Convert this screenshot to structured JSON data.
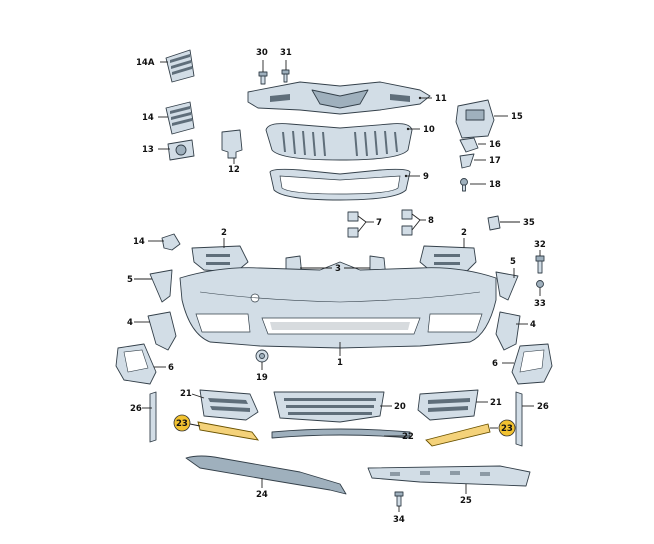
{
  "callouts": {
    "c1": "1",
    "c2a": "2",
    "c2b": "2",
    "c3": "3",
    "c4a": "4",
    "c4b": "4",
    "c5a": "5",
    "c5b": "5",
    "c6a": "6",
    "c6b": "6",
    "c7": "7",
    "c8": "8",
    "c9": "9",
    "c10": "10",
    "c11": "11",
    "c12": "12",
    "c13": "13",
    "c14": "14",
    "c14a": "14A",
    "c14b": "14",
    "c15": "15",
    "c16": "16",
    "c17": "17",
    "c18": "18",
    "c19": "19",
    "c20": "20",
    "c21a": "21",
    "c21b": "21",
    "c22": "22",
    "c23a": "23",
    "c23b": "23",
    "c24": "24",
    "c25": "25",
    "c26a": "26",
    "c26b": "26",
    "c30": "30",
    "c31": "31",
    "c32": "32",
    "c33": "33",
    "c34": "34",
    "c35": "35"
  },
  "colors": {
    "part_fill": "#d2dde6",
    "highlight": "#f2c230",
    "highlighted_callout": "23"
  }
}
